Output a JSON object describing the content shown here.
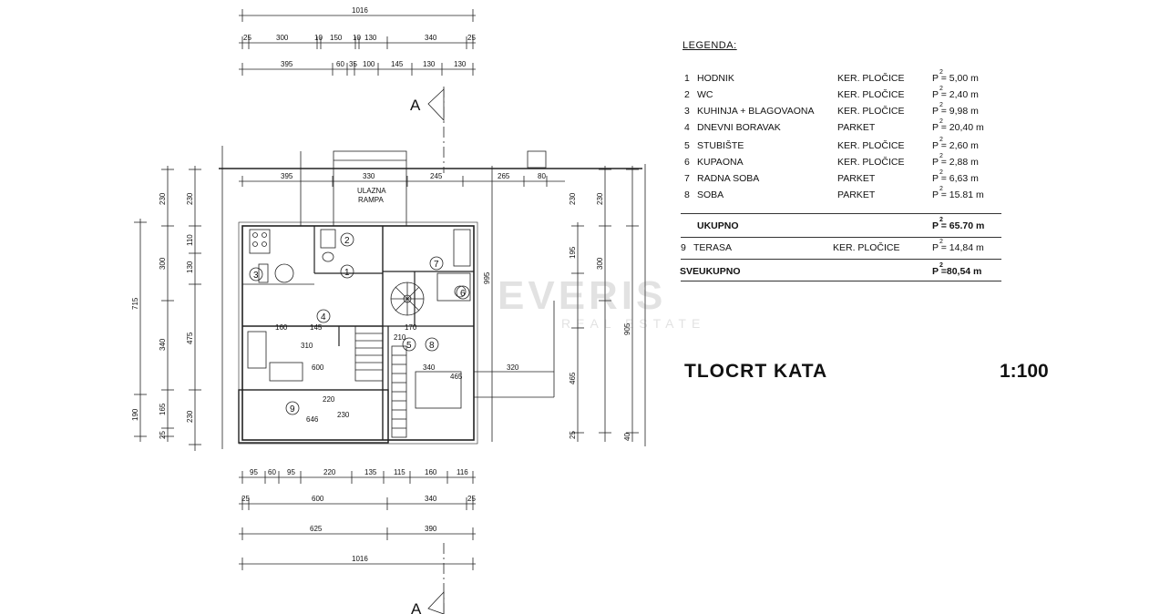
{
  "legend": {
    "title": "LEGENDA:",
    "rooms": [
      {
        "num": "1",
        "name": "HODNIK",
        "finish": "KER. PLOČICE",
        "area": "P =  5,00 m",
        "unit": "2"
      },
      {
        "num": "2",
        "name": "WC",
        "finish": "KER. PLOČICE",
        "area": "P =  2,40 m",
        "unit": "2"
      },
      {
        "num": "3",
        "name": "KUHINJA + BLAGOVAONA",
        "finish": "KER. PLOČICE",
        "area": "P = 9,98 m",
        "unit": "2"
      },
      {
        "num": "4",
        "name": "DNEVNI BORAVAK",
        "finish": "PARKET",
        "area": "P = 20,40 m",
        "unit": "2"
      },
      {
        "num": "5",
        "name": "STUBIŠTE",
        "finish": "KER. PLOČICE",
        "area": "P =  2,60 m",
        "unit": "2"
      },
      {
        "num": "6",
        "name": "KUPAONA",
        "finish": "KER. PLOČICE",
        "area": "P =  2,88 m",
        "unit": "2"
      },
      {
        "num": "7",
        "name": "RADNA SOBA",
        "finish": "PARKET",
        "area": "P = 6,63 m",
        "unit": "2"
      },
      {
        "num": "8",
        "name": "SOBA",
        "finish": "PARKET",
        "area": "P = 15.81 m",
        "unit": "2"
      }
    ],
    "subtotal": {
      "label": "UKUPNO",
      "area": "P = 65.70 m",
      "unit": "2"
    },
    "terrace": {
      "num": "9",
      "name": "TERASA",
      "finish": "KER. PLOČICE",
      "area": "P = 14,84 m",
      "unit": "2"
    },
    "total": {
      "label": "SVEUKUPNO",
      "area": "P =80,54 m",
      "unit": "2"
    }
  },
  "drawing": {
    "title": "TLOCRT  KATA",
    "scale": "1:100",
    "section_marker": "A",
    "entrance_label_1": "ULAZNA",
    "entrance_label_2": "RAMPA",
    "room_numbers": [
      "1",
      "2",
      "3",
      "4",
      "5",
      "6",
      "7",
      "8",
      "9"
    ]
  },
  "dimensions": {
    "top_1": [
      "1016"
    ],
    "top_2": [
      "25",
      "300",
      "10",
      "150",
      "10",
      "130",
      "340",
      "25"
    ],
    "top_3": [
      "395",
      "60",
      "35",
      "100",
      "145",
      "130",
      "130"
    ],
    "upper": [
      "395",
      "330",
      "245",
      "265",
      "80"
    ],
    "bottom_1": [
      "95",
      "60",
      "95",
      "220",
      "135",
      "115",
      "160",
      "116"
    ],
    "bottom_2": [
      "25",
      "600",
      "340",
      "25"
    ],
    "bottom_3": [
      "625",
      "390"
    ],
    "bottom_4": [
      "1016"
    ],
    "left_outer": [
      "715",
      "190"
    ],
    "left_mid": [
      "230",
      "300",
      "340",
      "165",
      "25"
    ],
    "left_inner": [
      "230",
      "110",
      "130",
      "475",
      "230"
    ],
    "right_inner": [
      "230",
      "195",
      "300",
      "465",
      "25"
    ],
    "right_outer": [
      "230",
      "905",
      "40"
    ],
    "stair_tall": [
      "995"
    ],
    "inside": [
      "600",
      "160",
      "145",
      "310",
      "646",
      "340",
      "465",
      "170",
      "210",
      "320",
      "220",
      "230"
    ]
  },
  "watermark": {
    "main": "EVERIS",
    "sub": "REAL ESTATE"
  }
}
